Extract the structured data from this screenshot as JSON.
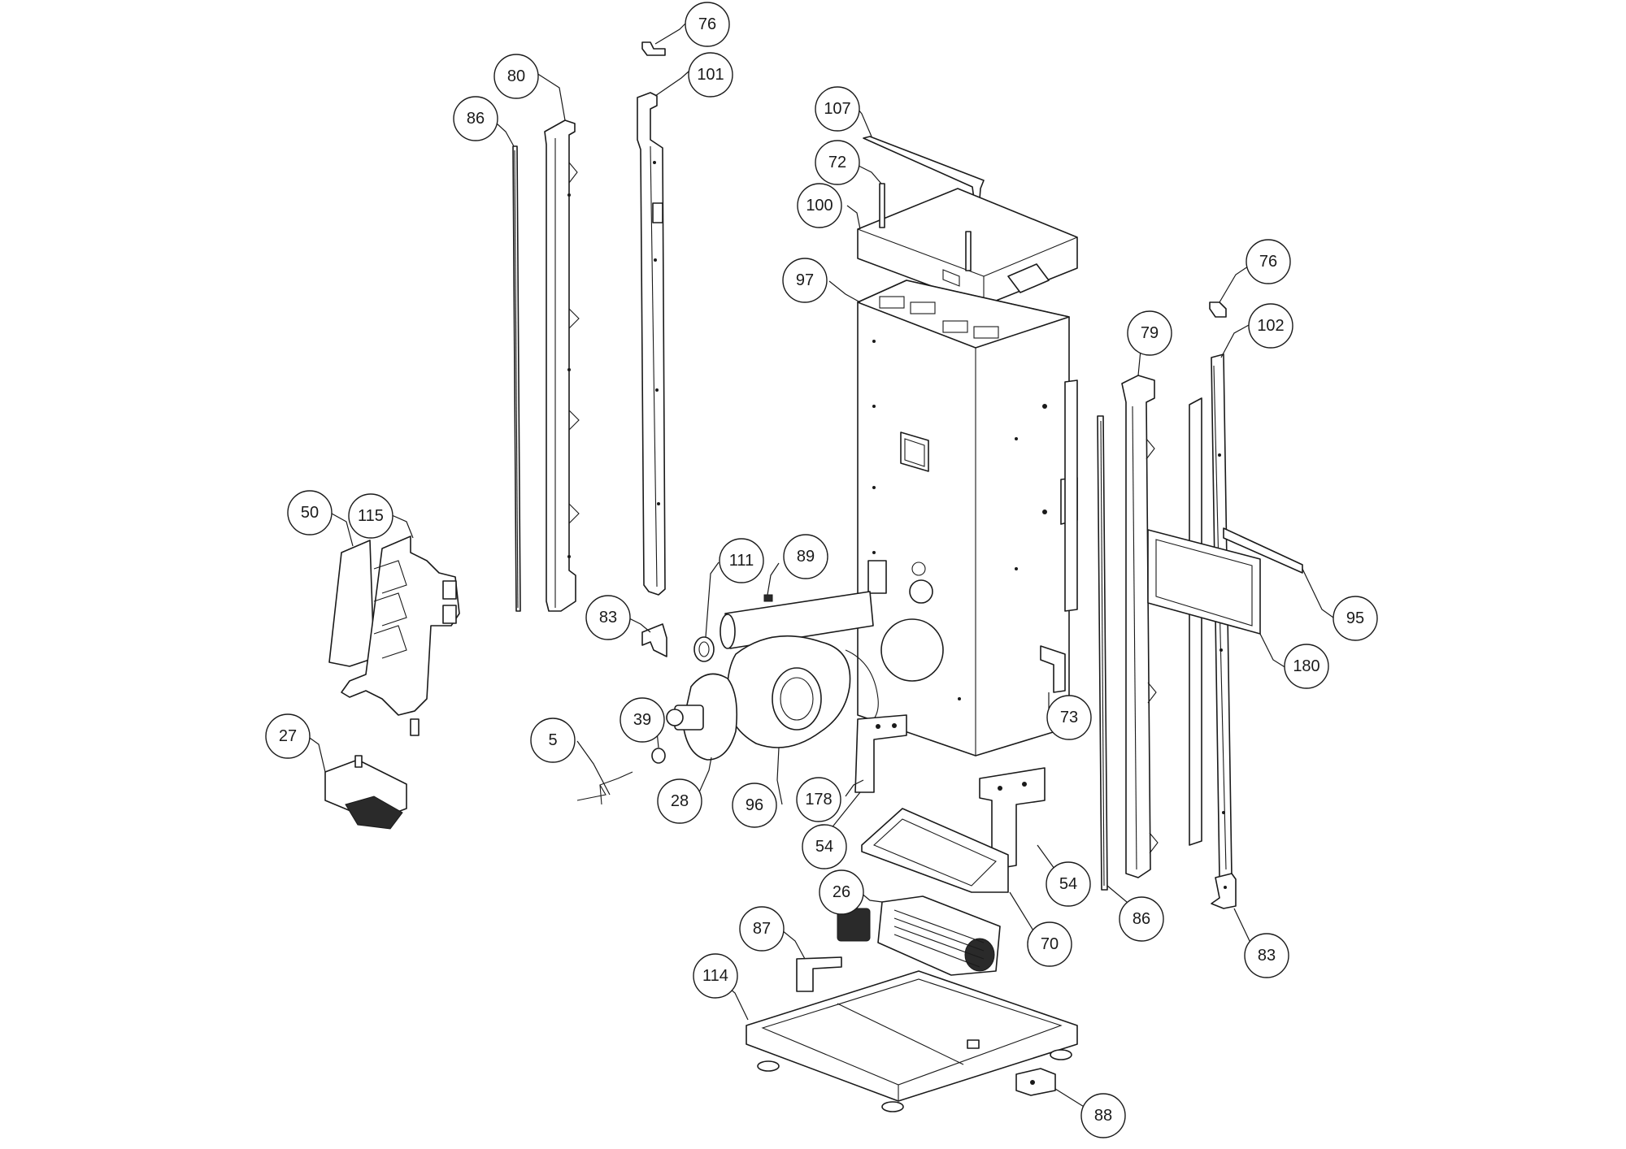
{
  "diagram": {
    "callouts": [
      {
        "id": "c76a",
        "label": "76"
      },
      {
        "id": "c80",
        "label": "80"
      },
      {
        "id": "c101",
        "label": "101"
      },
      {
        "id": "c86a",
        "label": "86"
      },
      {
        "id": "c107",
        "label": "107"
      },
      {
        "id": "c72",
        "label": "72"
      },
      {
        "id": "c100",
        "label": "100"
      },
      {
        "id": "c97",
        "label": "97"
      },
      {
        "id": "c76b",
        "label": "76"
      },
      {
        "id": "c79",
        "label": "79"
      },
      {
        "id": "c102",
        "label": "102"
      },
      {
        "id": "c50",
        "label": "50"
      },
      {
        "id": "c115",
        "label": "115"
      },
      {
        "id": "c111",
        "label": "111"
      },
      {
        "id": "c89",
        "label": "89"
      },
      {
        "id": "c83a",
        "label": "83"
      },
      {
        "id": "c95",
        "label": "95"
      },
      {
        "id": "c180",
        "label": "180"
      },
      {
        "id": "c73",
        "label": "73"
      },
      {
        "id": "c27",
        "label": "27"
      },
      {
        "id": "c39",
        "label": "39"
      },
      {
        "id": "c5",
        "label": "5"
      },
      {
        "id": "c28",
        "label": "28"
      },
      {
        "id": "c96",
        "label": "96"
      },
      {
        "id": "c178",
        "label": "178"
      },
      {
        "id": "c54a",
        "label": "54"
      },
      {
        "id": "c54b",
        "label": "54"
      },
      {
        "id": "c26",
        "label": "26"
      },
      {
        "id": "c86b",
        "label": "86"
      },
      {
        "id": "c70",
        "label": "70"
      },
      {
        "id": "c83b",
        "label": "83"
      },
      {
        "id": "c87",
        "label": "87"
      },
      {
        "id": "c114",
        "label": "114"
      },
      {
        "id": "c88",
        "label": "88"
      }
    ]
  }
}
